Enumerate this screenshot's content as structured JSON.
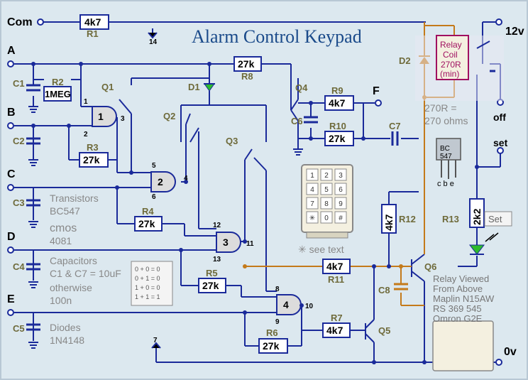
{
  "title": "Alarm Control Keypad",
  "colors": {
    "background": "#dce8ef",
    "wire_blue": "#1a2a9a",
    "wire_brown": "#c47a1a",
    "label": "#6e6a3a",
    "relay_box": "#a01060",
    "led": "#2dbb2d"
  },
  "terminals": {
    "com": "Com",
    "a": "A",
    "b": "B",
    "c": "C",
    "d": "D",
    "e": "E",
    "f": "F",
    "v12": "12v",
    "v0": "0v",
    "off": "off",
    "set": "set"
  },
  "resistors": {
    "r1": {
      "label": "R1",
      "value": "4k7"
    },
    "r2": {
      "label": "R2",
      "value": "1MEG"
    },
    "r3": {
      "label": "R3",
      "value": "27k"
    },
    "r4": {
      "label": "R4",
      "value": "27k"
    },
    "r5": {
      "label": "R5",
      "value": "27k"
    },
    "r6": {
      "label": "R6",
      "value": "27k"
    },
    "r7": {
      "label": "R7",
      "value": "4k7"
    },
    "r8": {
      "label": "R8",
      "value": "27k"
    },
    "r9": {
      "label": "R9",
      "value": "4k7"
    },
    "r10": {
      "label": "R10",
      "value": "27k"
    },
    "r11": {
      "label": "R11",
      "value": "4k7"
    },
    "r12": {
      "label": "R12",
      "value": "4k7"
    },
    "r13": {
      "label": "R13",
      "value": "2k2"
    }
  },
  "capacitors": [
    "C1",
    "C2",
    "C3",
    "C4",
    "C5",
    "C6",
    "C7",
    "C8"
  ],
  "transistors": [
    "Q1",
    "Q2",
    "Q3",
    "Q4",
    "Q5",
    "Q6"
  ],
  "diodes": [
    "D1",
    "D2"
  ],
  "gates": {
    "g1": "1",
    "g2": "2",
    "g3": "3",
    "g4": "4"
  },
  "pins": [
    "1",
    "2",
    "3",
    "5",
    "6",
    "4",
    "12",
    "13",
    "11",
    "8",
    "9",
    "10",
    "14",
    "7"
  ],
  "relay": {
    "line1": "Relay",
    "line2": "Coil",
    "line3": "270R",
    "line4": "(min)"
  },
  "notes": {
    "ohms_1": "270R  =",
    "ohms_2": "270 ohms",
    "transistors_1": "Transistors",
    "transistors_2": "BC547",
    "cmos_1": "cmos",
    "cmos_2": "4081",
    "caps_1": "Capacitors",
    "caps_2": "C1 & C7 = 10uF",
    "caps_3": "otherwise",
    "caps_4": "100n",
    "diodes_1": "Diodes",
    "diodes_2": "1N4148",
    "see_text": "✳ see text",
    "set_label": "Set",
    "bc547_1": "BC",
    "bc547_2": "547",
    "pinout": "c b e",
    "relay_info": [
      "Relay   Viewed",
      "From    Above",
      "Maplin N15AW",
      "RS     369 545",
      "Omron     G2E"
    ],
    "truth": [
      "0 + 0 = 0",
      "0 + 1 = 0",
      "1 + 0 = 0",
      "1 + 1 = 1"
    ]
  },
  "keypad_keys": [
    "1",
    "2",
    "3",
    "4",
    "5",
    "6",
    "7",
    "8",
    "9",
    "✳",
    "0",
    "#"
  ]
}
